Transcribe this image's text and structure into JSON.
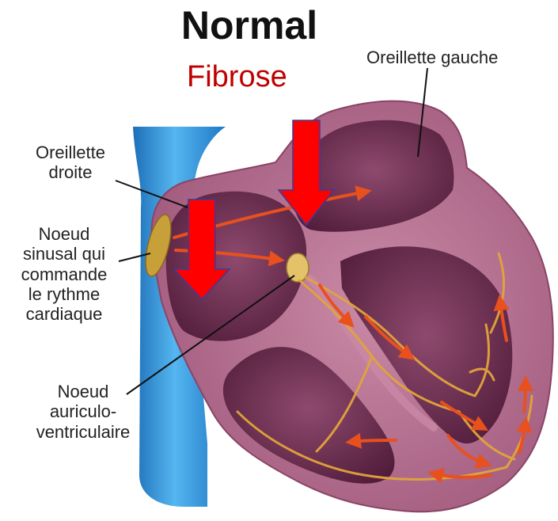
{
  "title": "Normal",
  "overlay_label": "Fibrose",
  "labels": {
    "oreillette_gauche": "Oreillette gauche",
    "oreillette_droite": [
      "Oreillette",
      "droite"
    ],
    "noeud_sinusal": [
      "Noeud",
      "sinusal qui",
      "commande",
      "le rythme",
      "cardiaque"
    ],
    "noeud_av": [
      "Noeud",
      "auriculo-",
      "ventriculaire"
    ]
  },
  "colors": {
    "overlay_text": "#c00000",
    "overlay_arrows": "#ff0000",
    "heart_wall": "#b56a8a",
    "heart_chamber": "#6a2a4e",
    "vein": "#2f8fd8",
    "conduction_path": "#e2a43a",
    "signal_arrows": "#e8501e"
  },
  "icons": [
    "down-arrow-icon",
    "down-arrow-icon"
  ]
}
